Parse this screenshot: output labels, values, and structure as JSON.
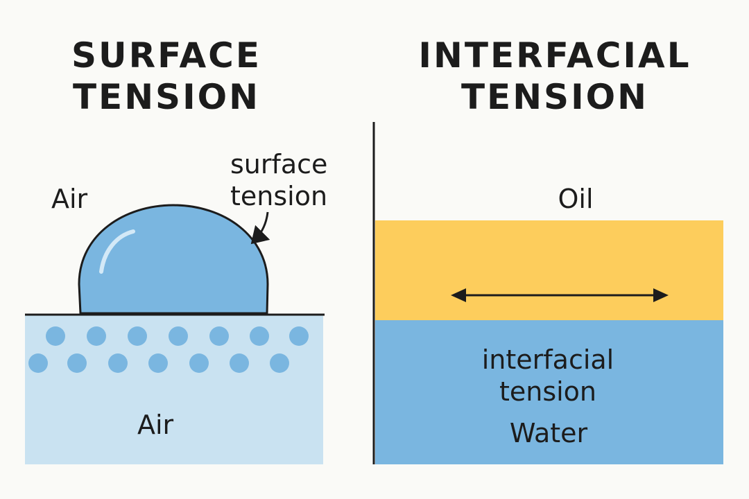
{
  "surface_panel": {
    "title_line1": "SURFACE",
    "title_line2": "TENSION",
    "air_top_label": "Air",
    "air_bottom_label": "Air",
    "annotation_line1": "surface",
    "annotation_line2": "tension"
  },
  "interfacial_panel": {
    "title_line1": "INTERFACIAL",
    "title_line2": "TENSION",
    "oil_label": "Oil",
    "annotation_line1": "interfacial",
    "annotation_line2": "tension",
    "water_label": "Water"
  },
  "colors": {
    "background": "#fafaf7",
    "droplet": "#7ab6e0",
    "liquid_bath": "#c9e2f1",
    "molecule": "#7ab6e0",
    "oil": "#fdcd5c",
    "water": "#7ab6e0",
    "line": "#1c1c1c"
  }
}
